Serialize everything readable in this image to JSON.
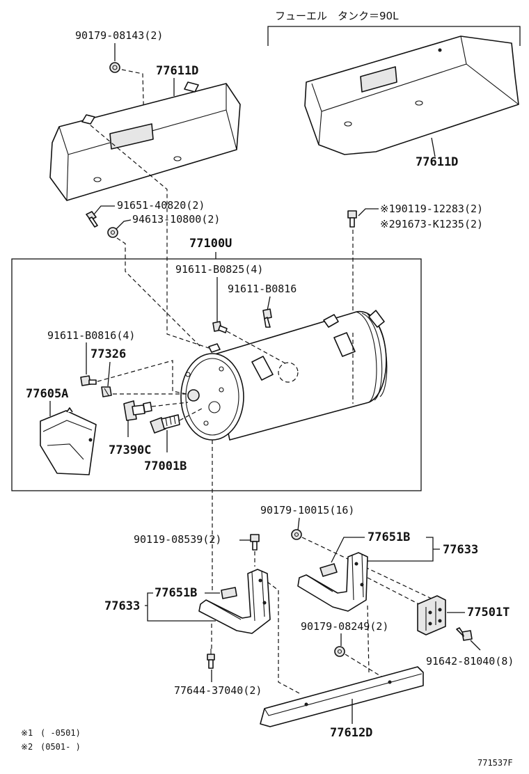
{
  "diagram": {
    "note_title": "フューエル　タンク＝90L",
    "figure_id": "771537F",
    "footnotes": [
      {
        "mark": "※1",
        "text": "(     -0501)"
      },
      {
        "mark": "※2",
        "text": "(0501-     )"
      }
    ],
    "labels": {
      "p_90179_08143": "90179-08143(2)",
      "p_77611D_left": "77611D",
      "p_77611D_right": "77611D",
      "p_91651_40820": "91651-40820(2)",
      "p_94613_10800": "94613-10800(2)",
      "p_190119_12283": "※190119-12283(2)",
      "p_91673_K1235": "※291673-K1235(2)",
      "p_77100U": "77100U",
      "p_91611_B0825": "91611-B0825(4)",
      "p_91611_B0816_a": "91611-B0816",
      "p_91611_B0816_b": "91611-B0816(4)",
      "p_77326": "77326",
      "p_77605A": "77605A",
      "p_77390C": "77390C",
      "p_77001B": "77001B",
      "p_90179_10015": "90179-10015(16)",
      "p_90119_08539": "90119-08539(2)",
      "p_77651B_right": "77651B",
      "p_77633_right": "77633",
      "p_77651B_left": "77651B",
      "p_77633_left": "77633",
      "p_77501T": "77501T",
      "p_90179_08249": "90179-08249(2)",
      "p_91642_81040": "91642-81040(8)",
      "p_77644_37040": "77644-37040(2)",
      "p_77612D": "77612D"
    }
  }
}
